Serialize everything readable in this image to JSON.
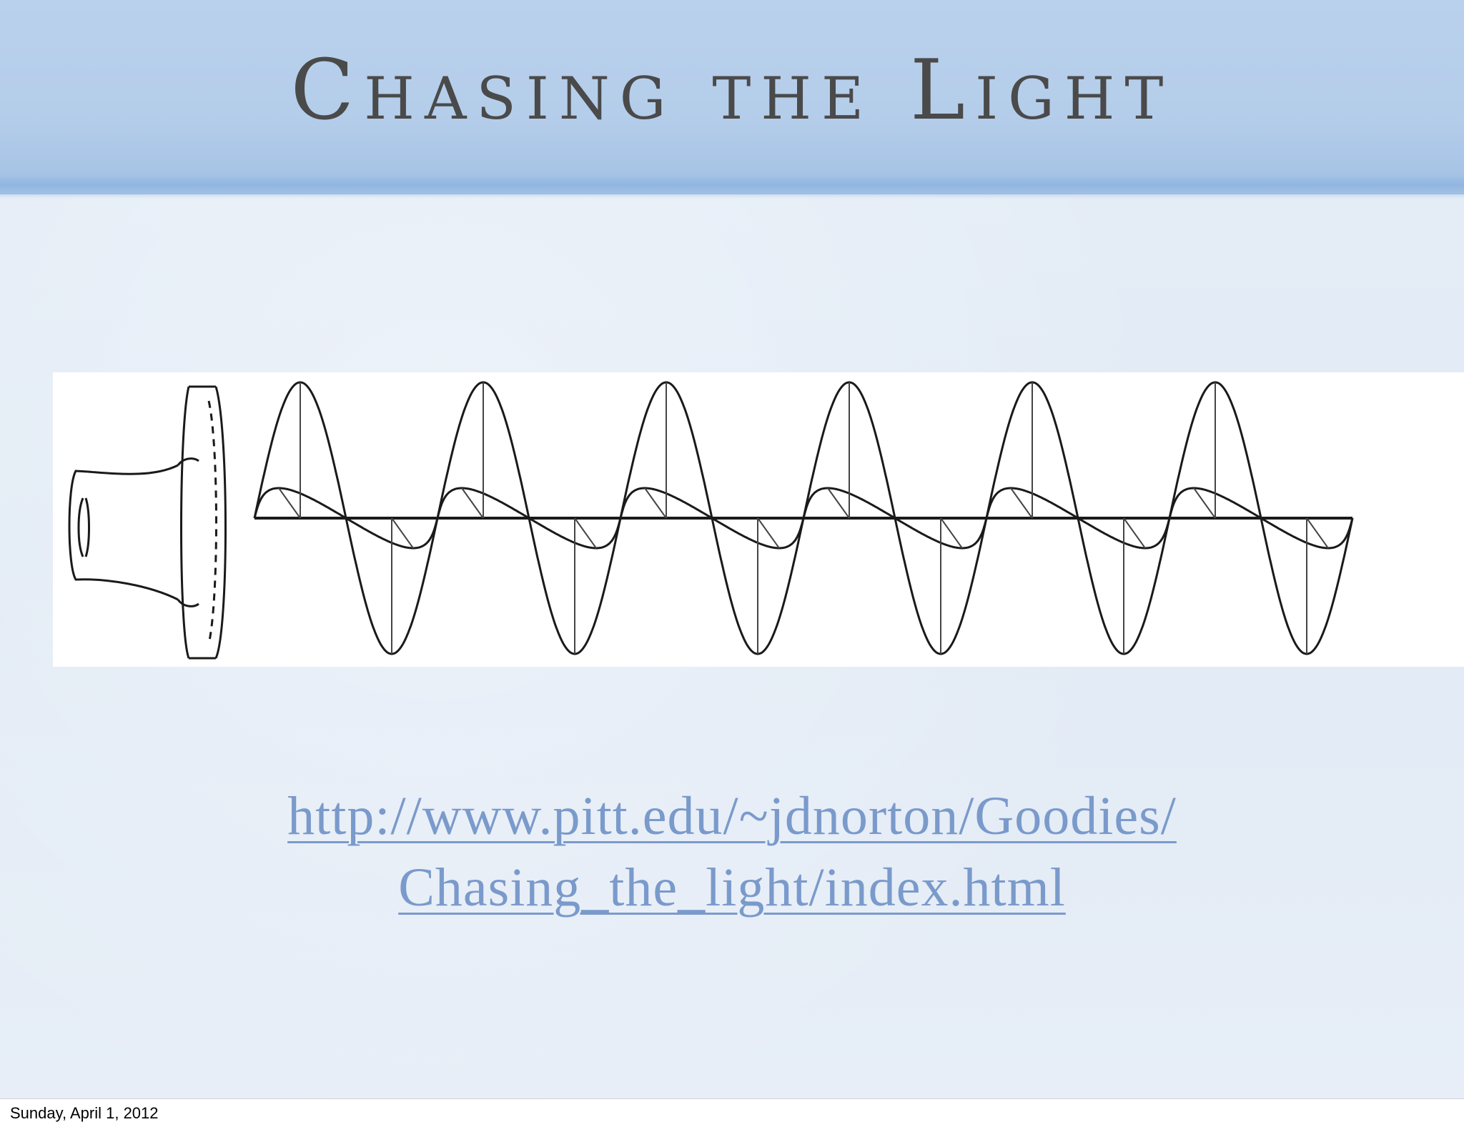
{
  "slide": {
    "title": "Chasing the Light",
    "link": {
      "line1": "http://www.pitt.edu/~jdnorton/Goodies/",
      "line2": "Chasing_the_light/index.html"
    }
  },
  "footer": {
    "date": "Sunday, April 1, 2012"
  },
  "colors": {
    "header_band": "#b4cdea",
    "title_text": "#4a4a4a",
    "link_text": "#7a9acb",
    "slide_background": "#e3ebf5"
  },
  "figure": {
    "icons": [
      "light-source-icon",
      "electromagnetic-wave-icon"
    ],
    "wave_cycles": 6
  }
}
